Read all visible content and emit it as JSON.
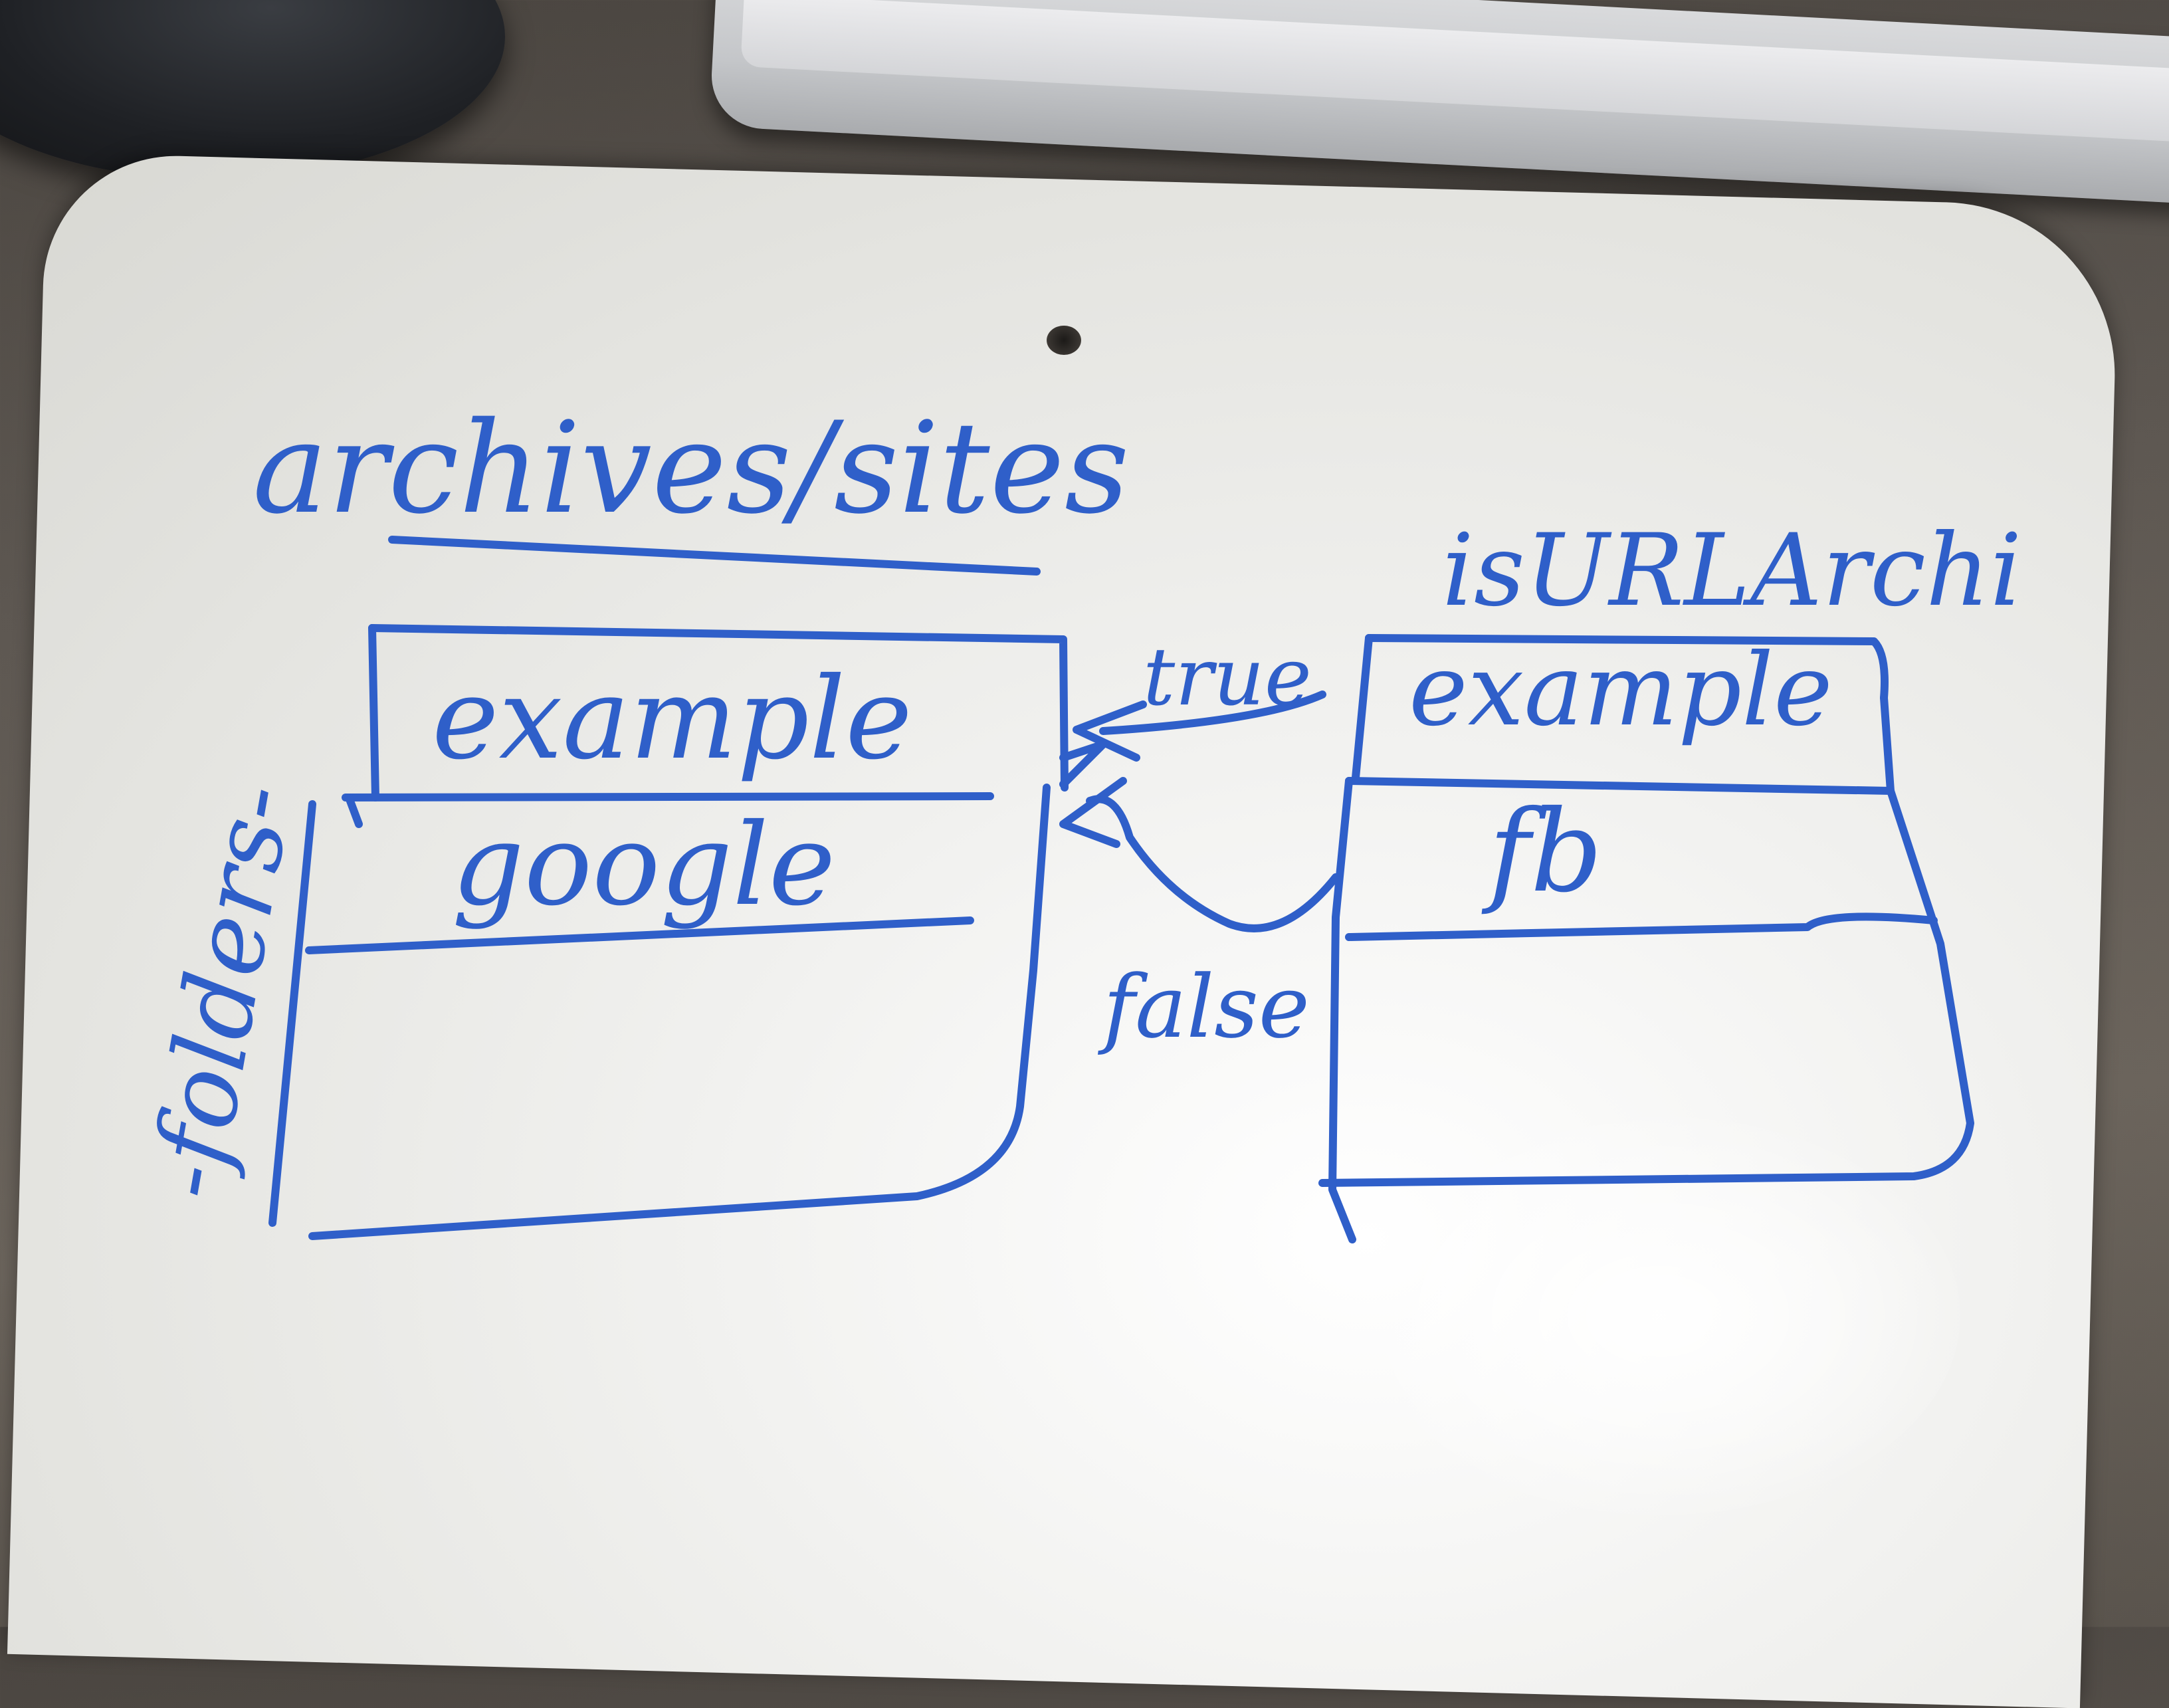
{
  "board": {
    "heading": "archives/sites",
    "left_label": "-folders-",
    "left_table": {
      "rows": [
        "example",
        "google"
      ]
    },
    "right_heading": "isURLArchi",
    "right_table": {
      "rows": [
        "example",
        "fb"
      ]
    },
    "arrow_true": "true",
    "arrow_false": "false"
  },
  "colors": {
    "marker": "#2f5fc9",
    "board": "#f1f1ef",
    "desk": "#5e5852"
  }
}
